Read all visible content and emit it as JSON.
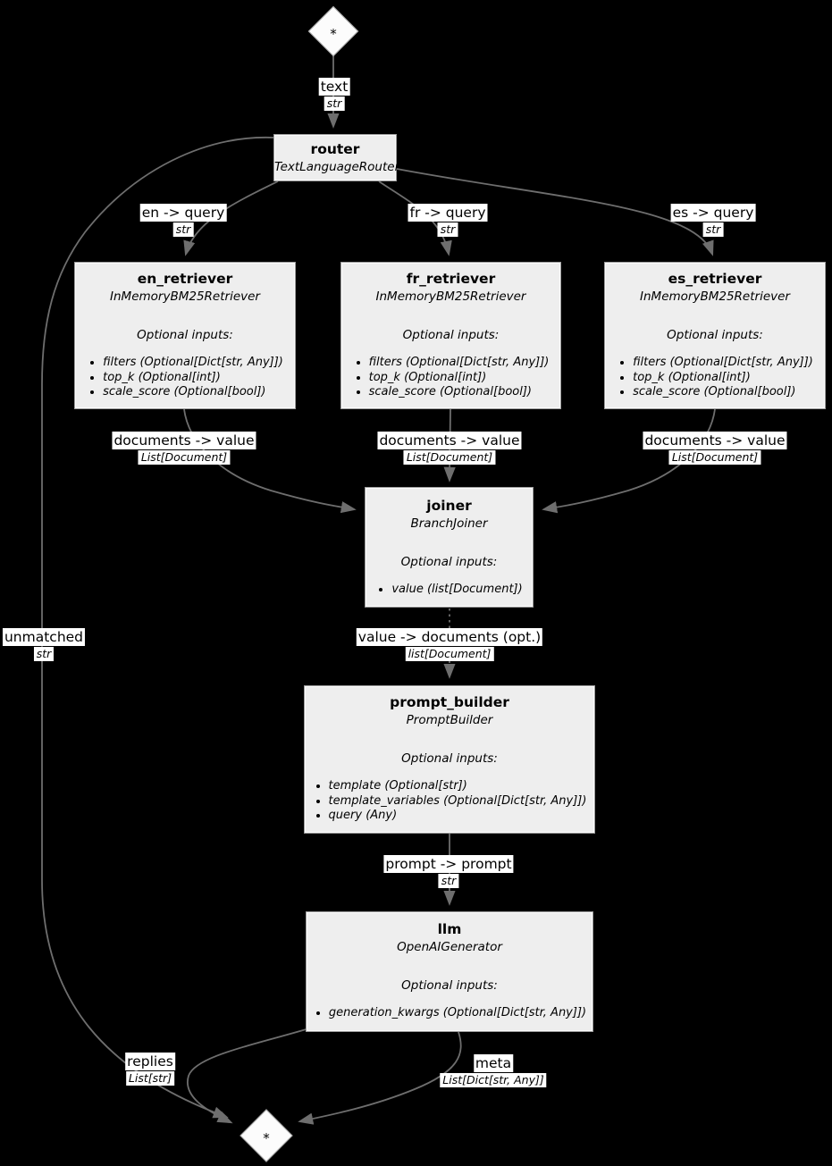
{
  "colors": {
    "background": "#000000",
    "node_fill": "#eeeeee",
    "node_border": "#9e9e9e",
    "edge": "#6e6e6e",
    "label_bg": "#ffffff",
    "label_text": "#000000",
    "diamond_fill": "#fcfcfc"
  },
  "start": {
    "symbol": "*"
  },
  "end": {
    "symbol": "*"
  },
  "nodes": {
    "router": {
      "name": "router",
      "type": "TextLanguageRouter"
    },
    "en_retriever": {
      "name": "en_retriever",
      "type": "InMemoryBM25Retriever",
      "optional_header": "Optional inputs:",
      "inputs": [
        "filters (Optional[Dict[str, Any]])",
        "top_k (Optional[int])",
        "scale_score (Optional[bool])"
      ]
    },
    "fr_retriever": {
      "name": "fr_retriever",
      "type": "InMemoryBM25Retriever",
      "optional_header": "Optional inputs:",
      "inputs": [
        "filters (Optional[Dict[str, Any]])",
        "top_k (Optional[int])",
        "scale_score (Optional[bool])"
      ]
    },
    "es_retriever": {
      "name": "es_retriever",
      "type": "InMemoryBM25Retriever",
      "optional_header": "Optional inputs:",
      "inputs": [
        "filters (Optional[Dict[str, Any]])",
        "top_k (Optional[int])",
        "scale_score (Optional[bool])"
      ]
    },
    "joiner": {
      "name": "joiner",
      "type": "BranchJoiner",
      "optional_header": "Optional inputs:",
      "inputs": [
        "value (list[Document])"
      ]
    },
    "prompt_builder": {
      "name": "prompt_builder",
      "type": "PromptBuilder",
      "optional_header": "Optional inputs:",
      "inputs": [
        "template (Optional[str])",
        "template_variables (Optional[Dict[str, Any]])",
        "query (Any)"
      ]
    },
    "llm": {
      "name": "llm",
      "type": "OpenAIGenerator",
      "optional_header": "Optional inputs:",
      "inputs": [
        "generation_kwargs (Optional[Dict[str, Any]])"
      ]
    }
  },
  "edges": {
    "text": {
      "label": "text",
      "type": "str"
    },
    "en_query": {
      "label": "en -> query",
      "type": "str"
    },
    "fr_query": {
      "label": "fr -> query",
      "type": "str"
    },
    "es_query": {
      "label": "es -> query",
      "type": "str"
    },
    "en_docs": {
      "label": "documents -> value",
      "type": "List[Document]"
    },
    "fr_docs": {
      "label": "documents -> value",
      "type": "List[Document]"
    },
    "es_docs": {
      "label": "documents -> value",
      "type": "List[Document]"
    },
    "value_docs": {
      "label": "value -> documents (opt.)",
      "type": "list[Document]"
    },
    "prompt": {
      "label": "prompt -> prompt",
      "type": "str"
    },
    "unmatched": {
      "label": "unmatched",
      "type": "str"
    },
    "replies": {
      "label": "replies",
      "type": "List[str]"
    },
    "meta": {
      "label": "meta",
      "type": "List[Dict[str, Any]]"
    }
  }
}
